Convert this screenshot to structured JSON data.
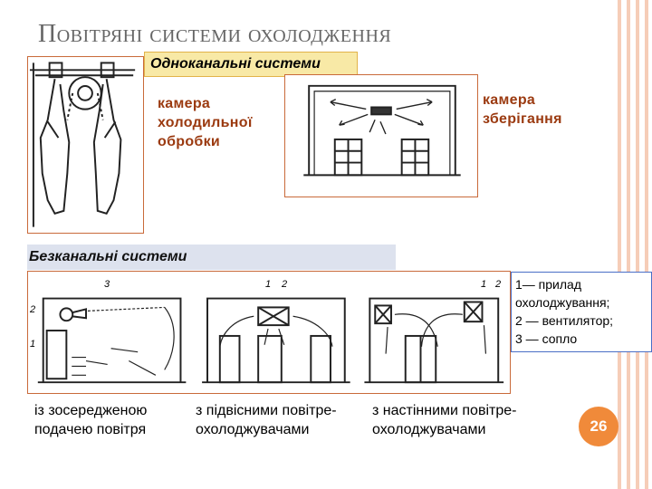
{
  "title": "Повітряні системи охолодження",
  "single_channel": {
    "badge": "Одноканальні системи",
    "label_cold_lines": [
      "камера",
      "холодильної",
      "обробки"
    ],
    "label_storage_lines": [
      "камера",
      "зберігання"
    ]
  },
  "channelless": {
    "badge": "Безканальні системи",
    "legend_lines": [
      "1— прилад",
      "охолоджування;",
      "2 —  вентилятор;",
      "3 — сопло"
    ],
    "diagram_numbers": {
      "one": "1",
      "two": "2",
      "three": "3"
    },
    "captions": {
      "concentrated": [
        "із зосередженою",
        "подачею повітря"
      ],
      "suspended": [
        "з підвісними повітре-",
        "охолоджувачами"
      ],
      "wall": [
        "з настінними повітре-",
        "охолоджувачами"
      ]
    }
  },
  "page_number": "26",
  "colors": {
    "accent_orange": "#f08a3a",
    "label_brown": "#9b3a10",
    "border": "#c96a3a",
    "stripe": "#f6cdb8"
  }
}
